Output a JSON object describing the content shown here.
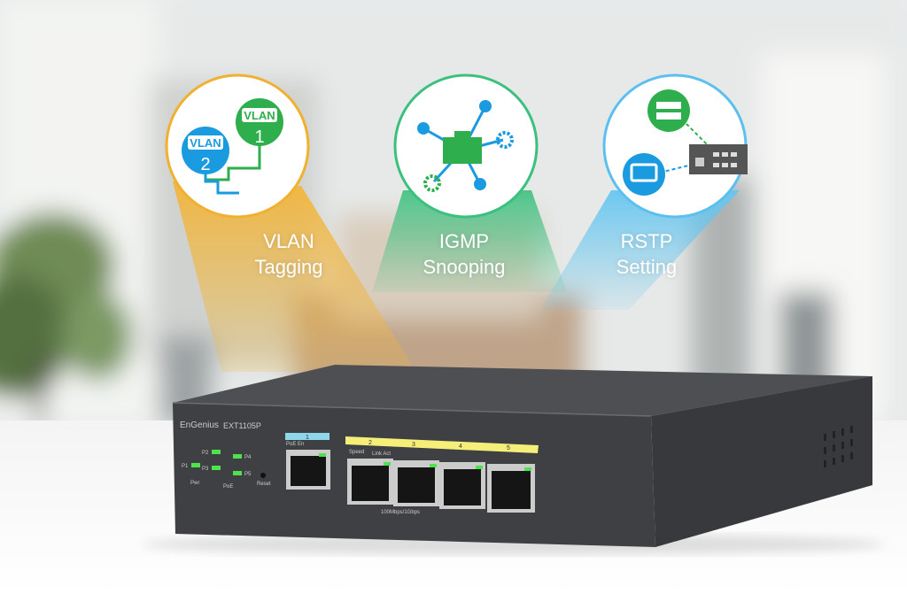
{
  "features": [
    {
      "line1": "VLAN",
      "line2": "Tagging",
      "beam_color": "#f0b030",
      "icon": "vlan-icon",
      "badges": [
        "VLAN 1",
        "VLAN 2"
      ]
    },
    {
      "line1": "IGMP",
      "line2": "Snooping",
      "beam_color": "#3fbf80",
      "icon": "network-hub-icon"
    },
    {
      "line1": "RSTP",
      "line2": "Setting",
      "beam_color": "#5cc0ee",
      "icon": "server-monitor-switch-icon"
    }
  ],
  "vlan_badges": {
    "v1": "VLAN",
    "n1": "1",
    "v2": "VLAN",
    "n2": "2"
  },
  "device": {
    "brand": "EnGenius",
    "model": "EXT1105P",
    "port1_label": "1",
    "poe_label": "PoE En",
    "port_labels": [
      "2",
      "3",
      "4",
      "5"
    ],
    "speed_label": "Speed",
    "link_label": "Link  Act",
    "led_labels": [
      "P2",
      "P4",
      "P1",
      "P3",
      "P5"
    ],
    "pwr_label": "Pwr",
    "poe_group_label": "PoE",
    "reset_label": "Reset",
    "bottom_label": "100Mbps/1Gbps"
  },
  "colors": {
    "green": "#2fae4e",
    "blue": "#1a9be0",
    "yellow_strip": "#f5ef7a",
    "cyan_strip": "#8fd6ea"
  }
}
